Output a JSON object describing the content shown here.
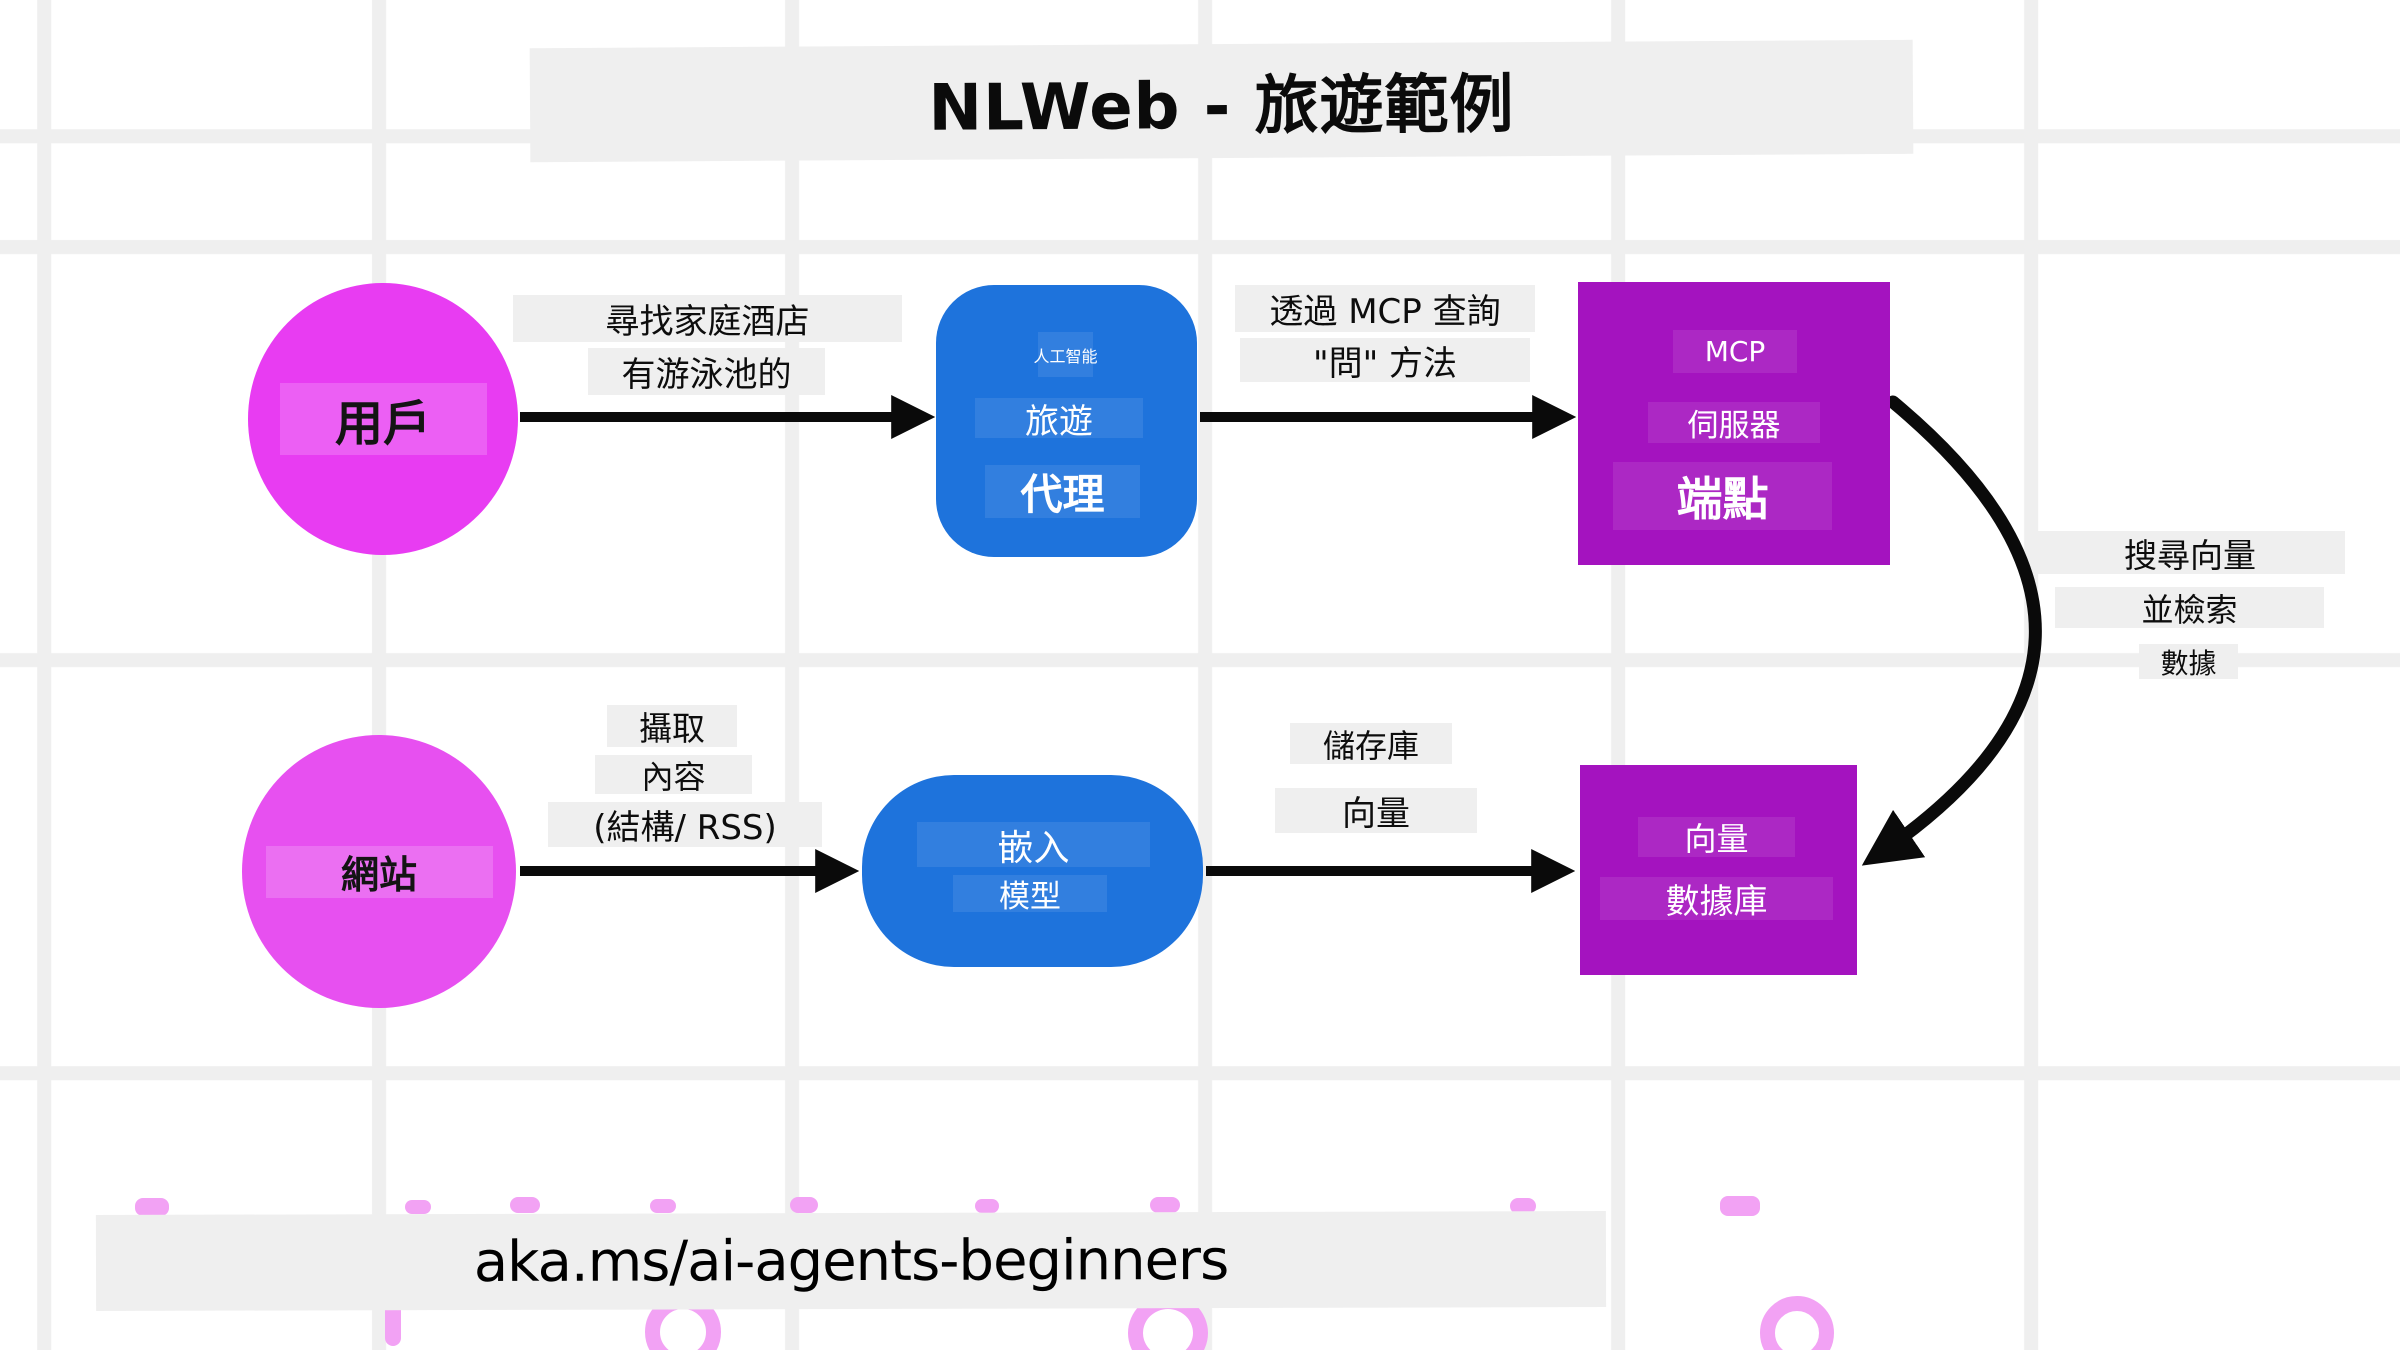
{
  "title": "NLWeb - 旅遊範例",
  "footer": {
    "url": "aka.ms/ai-agents-beginners"
  },
  "nodes": {
    "user": {
      "label": "用戶"
    },
    "website": {
      "label": "網站"
    },
    "travel_agent": {
      "subtitle": "人工智能",
      "line1": "旅遊",
      "line2": "代理"
    },
    "mcp_server": {
      "line1": "MCP",
      "line2": "伺服器",
      "line3": "端點"
    },
    "embedding_model": {
      "line1": "嵌入",
      "line2": "模型"
    },
    "vector_db": {
      "line1": "向量",
      "line2": "數據庫"
    }
  },
  "edges": {
    "user_to_agent": {
      "line1": "尋找家庭酒店",
      "line2": "有游泳池的"
    },
    "agent_to_mcp": {
      "line1": "透過 MCP 查詢",
      "line2": "\"問\" 方法"
    },
    "mcp_to_vector_db": {
      "line1": "搜尋向量",
      "line2": "並檢索",
      "line3": "數據"
    },
    "website_to_embedding": {
      "line1": "攝取",
      "line2": "內容",
      "line3": "(結構/ RSS)"
    },
    "embedding_to_vector_db": {
      "line1": "儲存庫",
      "line2": "向量"
    }
  },
  "colors": {
    "magenta": "#e83cf2",
    "magenta_light": "#e750f0",
    "blue": "#1e73dc",
    "purple": "#a413bf",
    "label_bg": "#efefef",
    "arrow_black": "#0a0a0a",
    "grid": "#efefef",
    "ghost_pink": "#f2a2f4"
  }
}
